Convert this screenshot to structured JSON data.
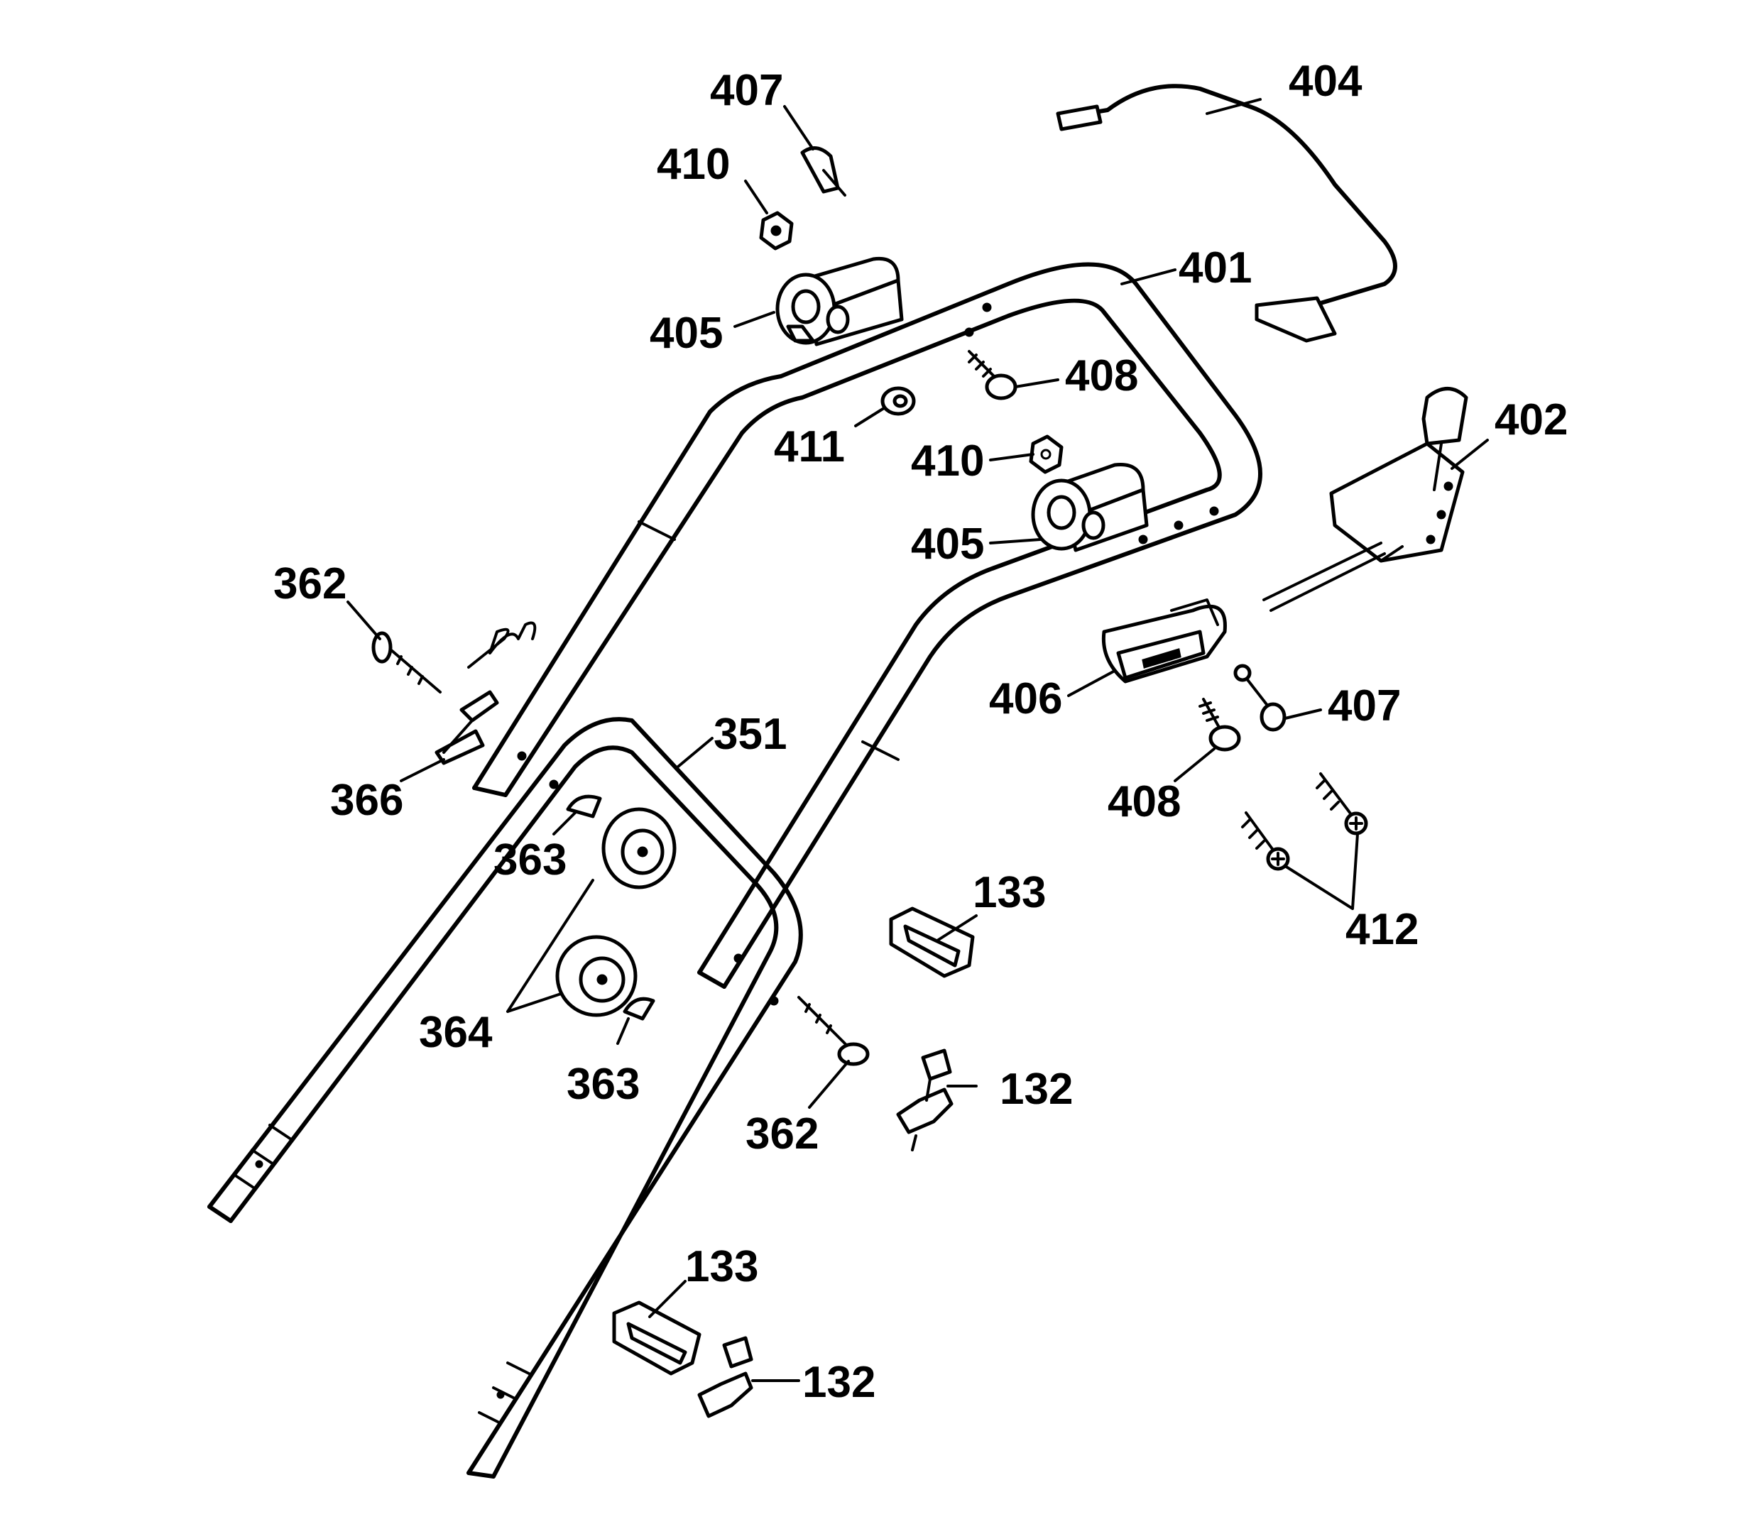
{
  "callouts": [
    {
      "id": "c404",
      "text": "404"
    },
    {
      "id": "c407a",
      "text": "407"
    },
    {
      "id": "c410a",
      "text": "410"
    },
    {
      "id": "c401",
      "text": "401"
    },
    {
      "id": "c405a",
      "text": "405"
    },
    {
      "id": "c408a",
      "text": "408"
    },
    {
      "id": "c411",
      "text": "411"
    },
    {
      "id": "c410b",
      "text": "410"
    },
    {
      "id": "c402",
      "text": "402"
    },
    {
      "id": "c405b",
      "text": "405"
    },
    {
      "id": "c362a",
      "text": "362"
    },
    {
      "id": "c406",
      "text": "406"
    },
    {
      "id": "c407b",
      "text": "407"
    },
    {
      "id": "c351",
      "text": "351"
    },
    {
      "id": "c366",
      "text": "366"
    },
    {
      "id": "c408b",
      "text": "408"
    },
    {
      "id": "c363a",
      "text": "363"
    },
    {
      "id": "c133a",
      "text": "133"
    },
    {
      "id": "c412",
      "text": "412"
    },
    {
      "id": "c364",
      "text": "364"
    },
    {
      "id": "c363b",
      "text": "363"
    },
    {
      "id": "c132a",
      "text": "132"
    },
    {
      "id": "c362b",
      "text": "362"
    },
    {
      "id": "c133b",
      "text": "133"
    },
    {
      "id": "c132b",
      "text": "132"
    }
  ]
}
